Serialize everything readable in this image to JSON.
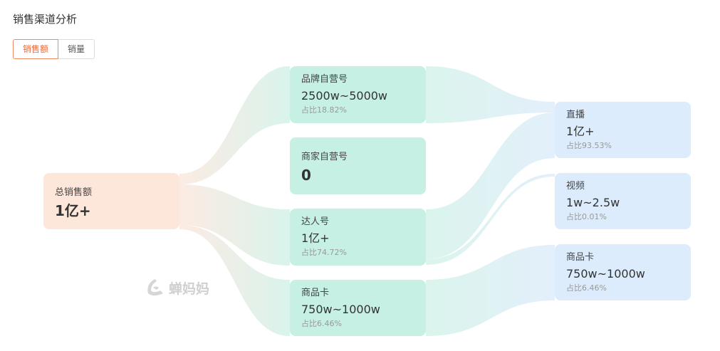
{
  "page": {
    "title": "销售渠道分析"
  },
  "tabs": [
    {
      "label": "销售额",
      "active": true
    },
    {
      "label": "销量",
      "active": false
    }
  ],
  "watermark": {
    "text": "蝉妈妈"
  },
  "diagram": {
    "root": {
      "name": "总销售额",
      "value": "1亿+"
    },
    "channels": [
      {
        "name": "品牌自营号",
        "value": "2500w~5000w",
        "share": "占比18.82%"
      },
      {
        "name": "商家自营号",
        "value": "0",
        "share": ""
      },
      {
        "name": "达人号",
        "value": "1亿+",
        "share": "占比74.72%"
      },
      {
        "name": "商品卡",
        "value": "750w~1000w",
        "share": "占比6.46%"
      }
    ],
    "carriers": [
      {
        "name": "直播",
        "value": "1亿+",
        "share": "占比93.53%"
      },
      {
        "name": "视频",
        "value": "1w~2.5w",
        "share": "占比0.01%"
      },
      {
        "name": "商品卡",
        "value": "750w~1000w",
        "share": "占比6.46%"
      }
    ]
  },
  "colors": {
    "root": "#fde6da",
    "channel": "#c6f0e4",
    "carrier": "#dcecfc",
    "accent": "#ea6a3a"
  }
}
